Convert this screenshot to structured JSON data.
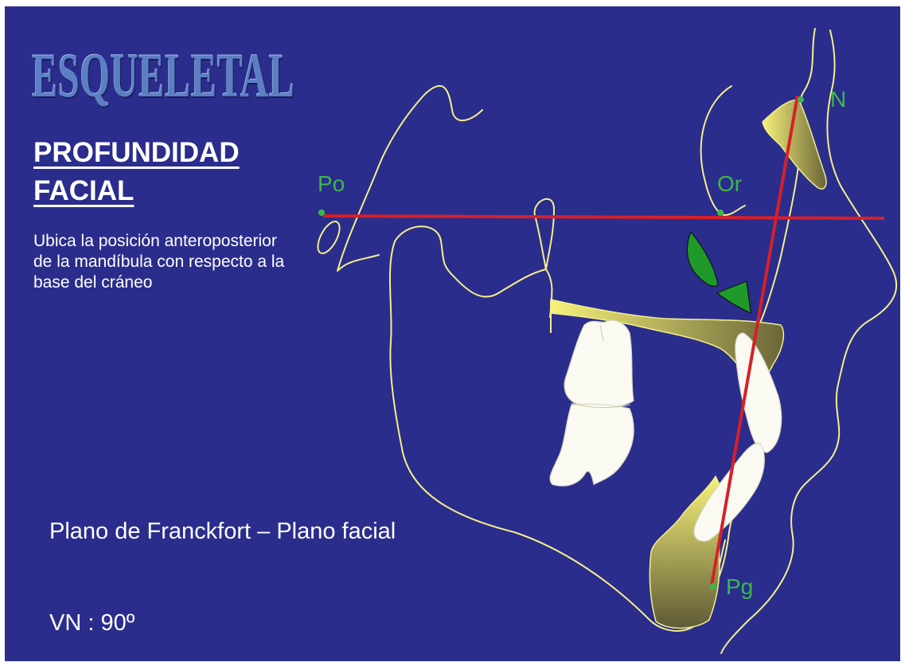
{
  "slide": {
    "title": "ESQUELETAL",
    "subtitle": "PROFUNDIDAD FACIAL",
    "description": "Ubica la posición anteroposterior de la mandíbula con respecto a la base del cráneo",
    "plane_label": "Plano de Franckfort – Plano facial",
    "angle_value": "VN : 90º"
  },
  "points": {
    "po": "Po",
    "or": "Or",
    "n": "N",
    "pg": "Pg"
  },
  "colors": {
    "background": "#2b2d8c",
    "tracing": "#f3ef8a",
    "reference_lines": "#d6202a",
    "points": "#3bb94a",
    "title": "#5c7fc4",
    "text": "#ffffff"
  }
}
